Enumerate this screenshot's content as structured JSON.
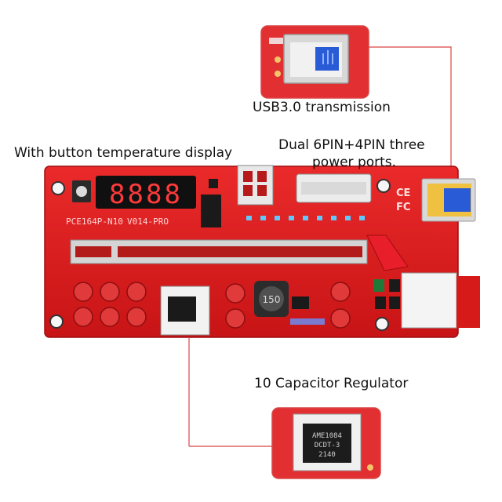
{
  "captions": {
    "usb": "USB3.0 transmission",
    "button_temp": "With button temperature display",
    "power_line1": "Dual 6PIN+4PIN three",
    "power_line2": "power ports.",
    "regulator": "10 Capacitor Regulator"
  },
  "board": {
    "model": "PCE164P-N10",
    "version": "V014-PRO",
    "led_display": "8888",
    "inductor_label": "150",
    "color": "#e0181b"
  },
  "chip": {
    "line1": "AME1084",
    "line2": "DCDT-3",
    "line3": "2140"
  },
  "accent_line_color": "#d94545"
}
